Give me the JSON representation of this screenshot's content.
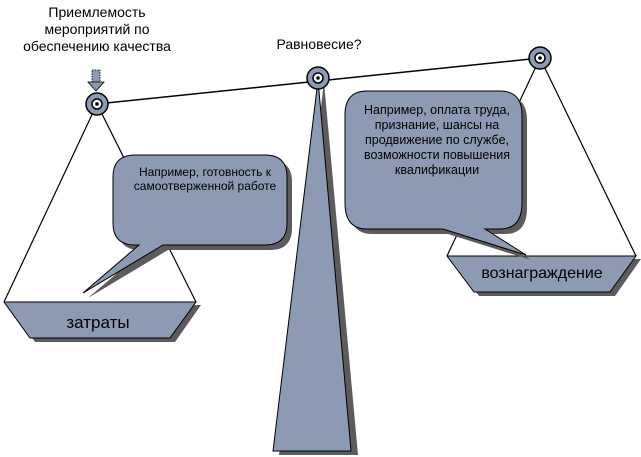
{
  "labels": {
    "quality_measures": "Приемлемость мероприятий по обеспечению качества",
    "equilibrium": "Равновесие?",
    "example_left": "Например, готовность к самоотверженной работе",
    "example_right": "Например, оплата труда, признание, шансы на продвижение по службе, возможности повышения квалификации",
    "costs": "затраты",
    "reward": "вознаграждение"
  },
  "colors": {
    "fill": "#8c9bb3",
    "stroke": "#000000",
    "shadow": "#5c5c5c",
    "background": "#ffffff"
  }
}
